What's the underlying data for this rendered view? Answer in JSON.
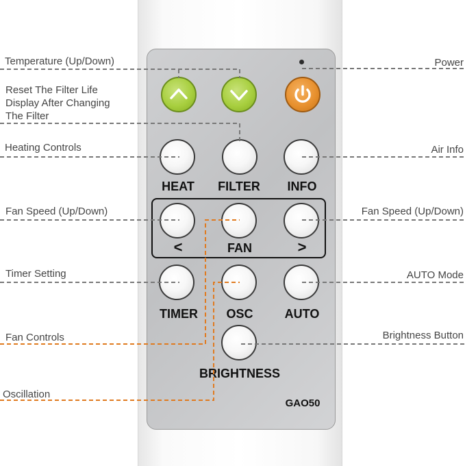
{
  "remote": {
    "model": "GAO50",
    "colors": {
      "green": "#a8cf3f",
      "orange": "#e8912f",
      "callout_gray": "#777777",
      "callout_orange": "#e07a1f"
    },
    "buttons": {
      "temp_up": {
        "icon": "chevron-up-icon"
      },
      "temp_down": {
        "icon": "chevron-down-icon"
      },
      "power": {
        "icon": "power-icon"
      },
      "heat": {
        "label": "HEAT"
      },
      "filter": {
        "label": "FILTER"
      },
      "info": {
        "label": "INFO"
      },
      "fan_down": {
        "label": "<"
      },
      "fan": {
        "label": "FAN"
      },
      "fan_up": {
        "label": ">"
      },
      "timer": {
        "label": "TIMER"
      },
      "osc": {
        "label": "OSC"
      },
      "auto": {
        "label": "AUTO"
      },
      "brightness": {
        "label": "BRIGHTNESS"
      }
    }
  },
  "callouts": {
    "temperature": "Temperature (Up/Down)",
    "reset_filter_line1": "Reset The Filter Life",
    "reset_filter_line2": "Display After Changing",
    "reset_filter_line3": "The Filter",
    "heating": "Heating Controls",
    "fan_speed_left": "Fan Speed (Up/Down)",
    "timer": "Timer Setting",
    "fan_controls": "Fan Controls",
    "oscillation": "Oscillation",
    "power": "Power",
    "air_info": "Air Info",
    "fan_speed_right": "Fan Speed (Up/Down)",
    "auto_mode": "AUTO Mode",
    "brightness": "Brightness Button"
  }
}
